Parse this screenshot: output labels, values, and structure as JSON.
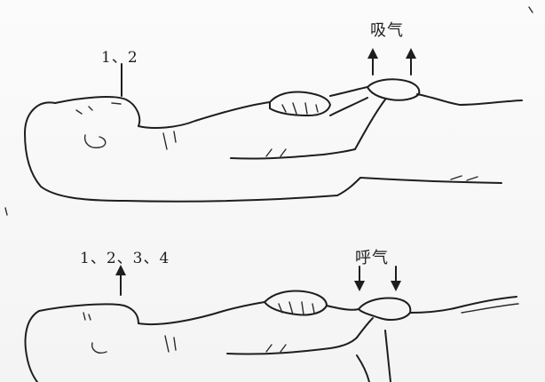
{
  "top_panel": {
    "counting_label": "1、2",
    "breath_label": "吸气"
  },
  "bottom_panel": {
    "counting_label": "1、2、3、4",
    "breath_label": "呼气"
  }
}
